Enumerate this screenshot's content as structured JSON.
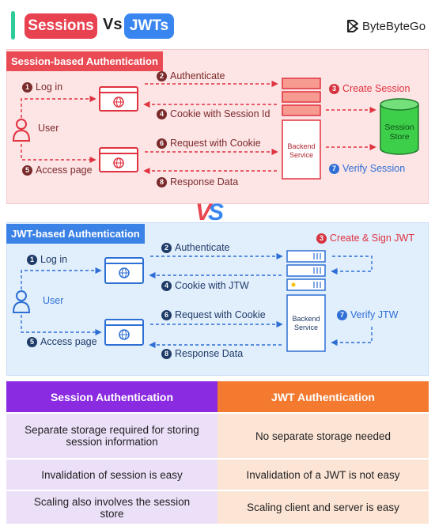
{
  "header": {
    "left_pill": "Sessions",
    "vs": "Vs",
    "right_pill": "JWTs",
    "brand": "ByteByteGo"
  },
  "session": {
    "title": "Session-based Authentication",
    "user": "User",
    "steps": {
      "s1": {
        "num": "1",
        "text": "Log in"
      },
      "s2": {
        "num": "2",
        "text": "Authenticate"
      },
      "s3": {
        "num": "3",
        "text": "Create Session"
      },
      "s4": {
        "num": "4",
        "text": "Cookie with Session Id"
      },
      "s5": {
        "num": "5",
        "text": "Access page"
      },
      "s6": {
        "num": "6",
        "text": "Request with Cookie"
      },
      "s7": {
        "num": "7",
        "text": "Verify Session"
      },
      "s8": {
        "num": "8",
        "text": "Response Data"
      }
    },
    "backend": "Backend Service",
    "store": "Session Store"
  },
  "jwt": {
    "title": "JWT-based Authentication",
    "user": "User",
    "steps": {
      "s1": {
        "num": "1",
        "text": "Log in"
      },
      "s2": {
        "num": "2",
        "text": "Authenticate"
      },
      "s3": {
        "num": "3",
        "text": "Create & Sign JWT"
      },
      "s4": {
        "num": "4",
        "text": "Cookie with JTW"
      },
      "s5": {
        "num": "5",
        "text": "Access page"
      },
      "s6": {
        "num": "6",
        "text": "Request with Cookie"
      },
      "s7": {
        "num": "7",
        "text": "Verify JTW"
      },
      "s8": {
        "num": "8",
        "text": "Response Data"
      }
    },
    "backend": "Backend Service"
  },
  "divider": {
    "v": "V",
    "s": "S"
  },
  "comparison": {
    "headers": [
      "Session Authentication",
      "JWT Authentication"
    ],
    "rows": [
      [
        "Separate storage required for storing session information",
        "No separate storage needed"
      ],
      [
        "Invalidation of session is easy",
        "Invalidation of a JWT is not easy"
      ],
      [
        "Scaling also involves the session store",
        "Scaling client and server is easy"
      ]
    ]
  },
  "colors": {
    "session_red": "#e8414f",
    "jwt_blue": "#3a86f0",
    "store_green": "#3ecf4a",
    "table_purple": "#8a2be2",
    "table_orange": "#f47a30"
  }
}
